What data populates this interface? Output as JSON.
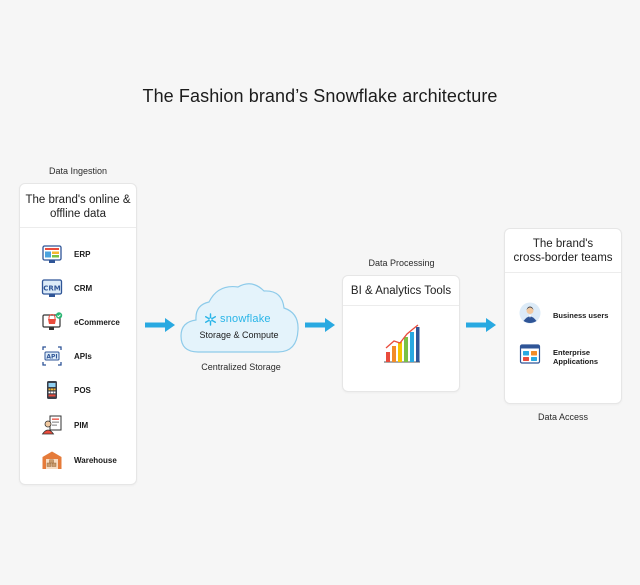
{
  "title": "The Fashion brand’s Snowflake architecture",
  "ingestion": {
    "caption": "Data Ingestion",
    "card_title_line1": "The brand's online &",
    "card_title_line2": "offline data",
    "items": [
      {
        "label": "ERP",
        "icon": "erp-icon"
      },
      {
        "label": "CRM",
        "icon": "crm-icon"
      },
      {
        "label": "eCommerce",
        "icon": "ecommerce-icon"
      },
      {
        "label": "APIs",
        "icon": "api-icon"
      },
      {
        "label": "POS",
        "icon": "pos-icon"
      },
      {
        "label": "PIM",
        "icon": "pim-icon"
      },
      {
        "label": "Warehouse",
        "icon": "warehouse-icon"
      }
    ]
  },
  "storage": {
    "logo_text": "snowflake",
    "subtitle": "Storage & Compute",
    "caption": "Centralized Storage"
  },
  "processing": {
    "caption": "Data Processing",
    "card_title": "BI & Analytics Tools"
  },
  "access": {
    "card_title_line1": "The brand's",
    "card_title_line2": "cross-border teams",
    "caption": "Data Access",
    "items": [
      {
        "label_line1": "Business users",
        "label_line2": "",
        "icon": "business-user-icon"
      },
      {
        "label_line1": "Enterprise",
        "label_line2": "Applications",
        "icon": "enterprise-apps-icon"
      }
    ]
  },
  "colors": {
    "arrow": "#29a9e1",
    "snowflake_blue": "#29b5e8",
    "cloud_fill": "#e4f3fb",
    "cloud_stroke": "#8ecbea"
  }
}
